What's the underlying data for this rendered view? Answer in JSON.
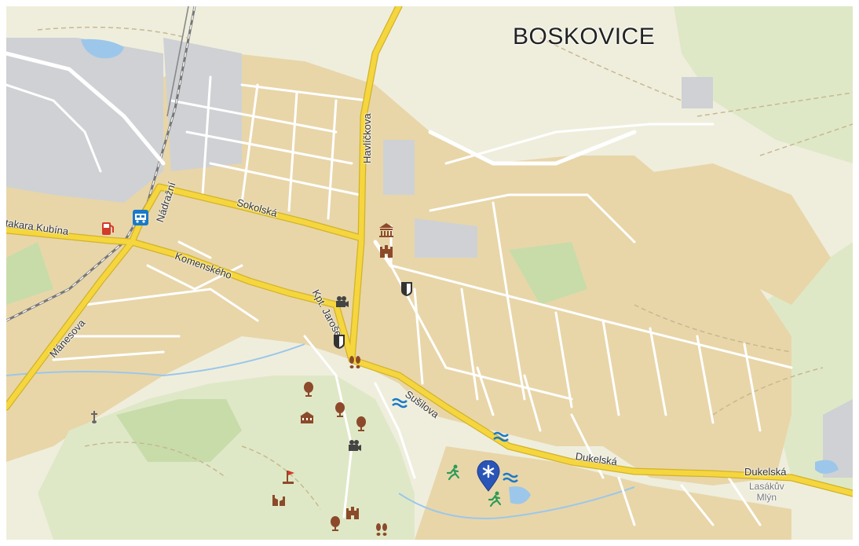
{
  "map": {
    "city": "BOSKOVICE",
    "streets": {
      "otakara_kubina": "takara Kubína",
      "nadrazni": "Nádražní",
      "sokolska": "Sokolská",
      "havlickova": "Havlíčkova",
      "komenskeho": "Komenského",
      "kpt_jarose": "Kpt. Jaroše",
      "manesova": "Mánesova",
      "susilova": "Sušilova",
      "dukelska_1": "Dukelská",
      "dukelska_2": "Dukelská"
    },
    "places": {
      "lasakuv_1": "Lasákův",
      "lasakuv_2": "Mlýn"
    },
    "colors": {
      "background": "#efeedd",
      "urban": "#e8d6a9",
      "industrial": "#cfd1d4",
      "forest": "#dfe8c6",
      "park": "#c8dcaa",
      "main_road": "#f5d63e",
      "water": "#9cc7ea",
      "poi_brown": "#8c4a2a",
      "poi_blue": "#1a79c9",
      "poi_green": "#2e9b56",
      "marker": "#2a55b8"
    },
    "pois": [
      {
        "name": "railway-station-icon"
      },
      {
        "name": "fuel-station-icon"
      },
      {
        "name": "museum-icon"
      },
      {
        "name": "castle-icon"
      },
      {
        "name": "info-board-icon"
      },
      {
        "name": "cinema-icon"
      },
      {
        "name": "info-board-icon"
      },
      {
        "name": "footprints-icon"
      },
      {
        "name": "tree-icon"
      },
      {
        "name": "swimming-icon"
      },
      {
        "name": "chateau-icon"
      },
      {
        "name": "tree-icon"
      },
      {
        "name": "tree-icon"
      },
      {
        "name": "cinema-icon"
      },
      {
        "name": "swimming-icon"
      },
      {
        "name": "sport-icon"
      },
      {
        "name": "swimming-icon"
      },
      {
        "name": "sport-icon"
      },
      {
        "name": "viewpoint-flag-icon"
      },
      {
        "name": "ruin-icon"
      },
      {
        "name": "castle-ruin-icon"
      },
      {
        "name": "tree-icon"
      },
      {
        "name": "footprints-icon"
      },
      {
        "name": "chapel-cross-icon"
      }
    ]
  }
}
